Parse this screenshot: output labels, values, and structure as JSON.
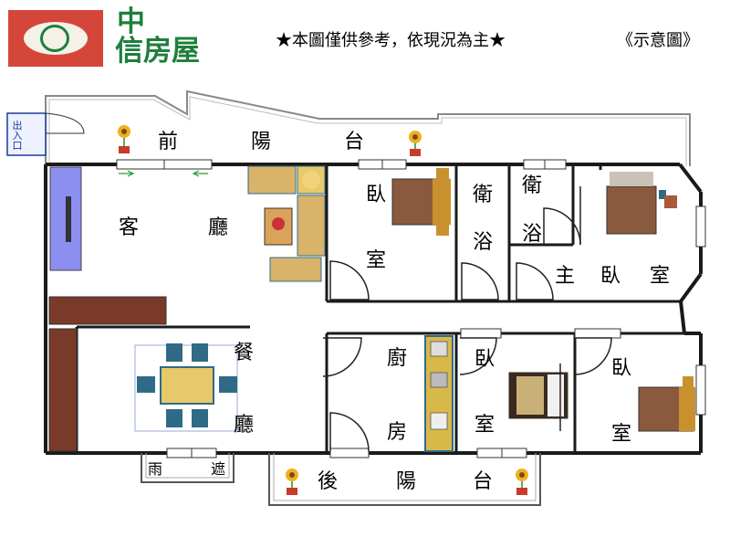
{
  "header": {
    "logo_line1": "中",
    "logo_line2": "信房屋",
    "note": "★本圖僅供參考，依現況為主★",
    "sample": "《示意圖》"
  },
  "entrance": {
    "label": "出入口"
  },
  "rooms": {
    "front_balcony": [
      "前",
      "陽",
      "台"
    ],
    "living": [
      "客",
      "廳"
    ],
    "bedroom1": [
      "臥",
      "室"
    ],
    "bath1": [
      "衛",
      "浴"
    ],
    "bath2": [
      "衛",
      "浴"
    ],
    "master": [
      "主",
      "臥",
      "室"
    ],
    "dining": [
      "餐",
      "廳"
    ],
    "kitchen": [
      "廚",
      "房"
    ],
    "bedroom2": [
      "臥",
      "室"
    ],
    "bedroom3": [
      "臥",
      "室"
    ],
    "rain_shelter": [
      "雨",
      "遮"
    ],
    "back_balcony": [
      "後",
      "陽",
      "台"
    ]
  },
  "colors": {
    "wall": "#1a1a1a",
    "cabinet": "#7a3a2a",
    "tv": "#8c8ef0",
    "counter": "#d9b84a",
    "window": "#ffffff",
    "logo_red": "#d5463a",
    "logo_green": "#1d7f3c",
    "table": "#e8c96a",
    "chair": "#2f6b86",
    "sofa": "#d9b36a",
    "bed_frame": "#c9912e",
    "bed_sheet": "#8a5a3e"
  },
  "icons": [
    "sunflower-icon",
    "door-swing-icon",
    "bed-icon",
    "sofa-icon",
    "dining-set-icon"
  ]
}
